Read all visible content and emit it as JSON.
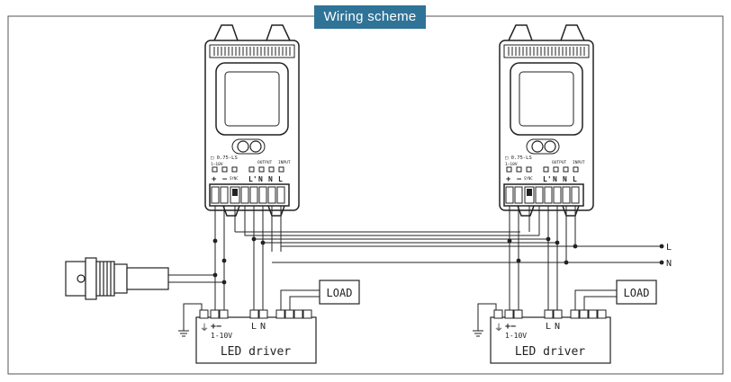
{
  "title": "Wiring scheme",
  "sensors": [
    {
      "model": "□ 0.75-LS",
      "dim_label": "1–10V",
      "sync_label": "SYNC",
      "output_label": "OUTPUT",
      "input_label": "INPUT",
      "plus_label": "+",
      "minus_label": "−",
      "term_labels": [
        "L'",
        "N",
        "N",
        "L"
      ]
    },
    {
      "model": "□ 0.75-LS",
      "dim_label": "1–10V",
      "sync_label": "SYNC",
      "output_label": "OUTPUT",
      "input_label": "INPUT",
      "plus_label": "+",
      "minus_label": "−",
      "term_labels": [
        "L'",
        "N",
        "N",
        "L"
      ]
    }
  ],
  "drivers": [
    {
      "name": "LED driver",
      "dim_label": "1-10V",
      "l_label": "L",
      "n_label": "N",
      "pm_label": "+−",
      "ground_symbol": "⏚"
    },
    {
      "name": "LED driver",
      "dim_label": "1-10V",
      "l_label": "L",
      "n_label": "N",
      "pm_label": "+−",
      "ground_symbol": "⏚"
    }
  ],
  "loads": [
    {
      "label": "LOAD"
    },
    {
      "label": "LOAD"
    }
  ],
  "mains": {
    "l_label": "L",
    "n_label": "N"
  },
  "colors": {
    "title_bg": "#2f7397",
    "line": "#222222"
  }
}
